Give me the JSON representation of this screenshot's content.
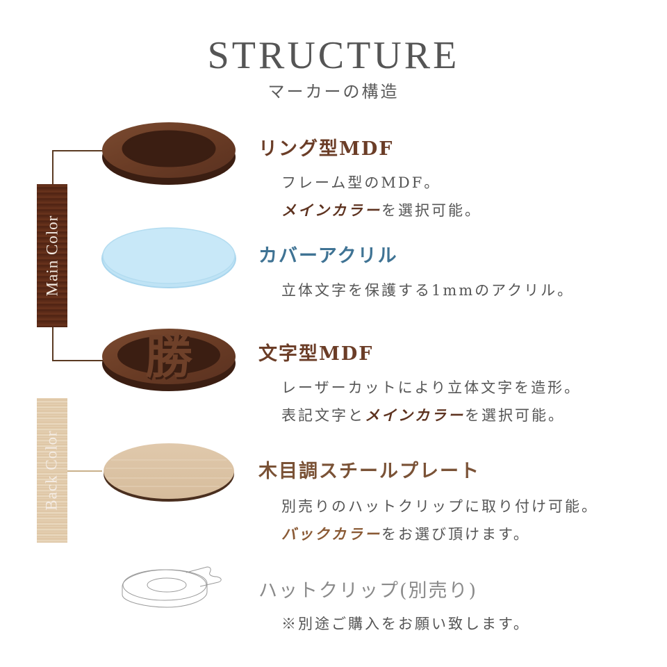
{
  "header": {
    "title": "STRUCTURE",
    "subtitle": "マーカーの構造"
  },
  "side_labels": {
    "main": "Main Color",
    "back": "Back Color"
  },
  "colors": {
    "heading_brown": "#6b3d27",
    "heading_blue": "#3f7394",
    "heading_gray": "#8a8a8a",
    "body_text": "#555555",
    "main_color_box": "#5a2a17",
    "back_color_box": "#e2cbab"
  },
  "layers": [
    {
      "title": "リング型MDF",
      "icon": "ring-mdf-icon",
      "desc_lines": [
        [
          "フレーム型のMDF。"
        ],
        [
          {
            "hl": "メインカラー"
          },
          "を選択可能。"
        ]
      ],
      "line1": "フレーム型のMDF。",
      "line2_hl": "メインカラー",
      "line2_rest": "を選択可能。"
    },
    {
      "title": "カバーアクリル",
      "icon": "cover-acrylic-icon",
      "line1": "立体文字を保護する1mmのアクリル。"
    },
    {
      "title": "文字型MDF",
      "icon": "letter-mdf-icon",
      "glyph": "勝",
      "line1": "レーザーカットにより立体文字を造形。",
      "line2_pre": "表記文字と",
      "line2_hl": "メインカラー",
      "line2_rest": "を選択可能。"
    },
    {
      "title": "木目調スチールプレート",
      "icon": "woodgrain-steel-plate-icon",
      "line1": "別売りのハットクリップに取り付け可能。",
      "line2_hl": "バックカラー",
      "line2_rest": "をお選び頂けます。"
    },
    {
      "title": "ハットクリップ(別売り)",
      "icon": "hat-clip-icon",
      "line1": "※別途ご購入をお願い致します。"
    }
  ]
}
